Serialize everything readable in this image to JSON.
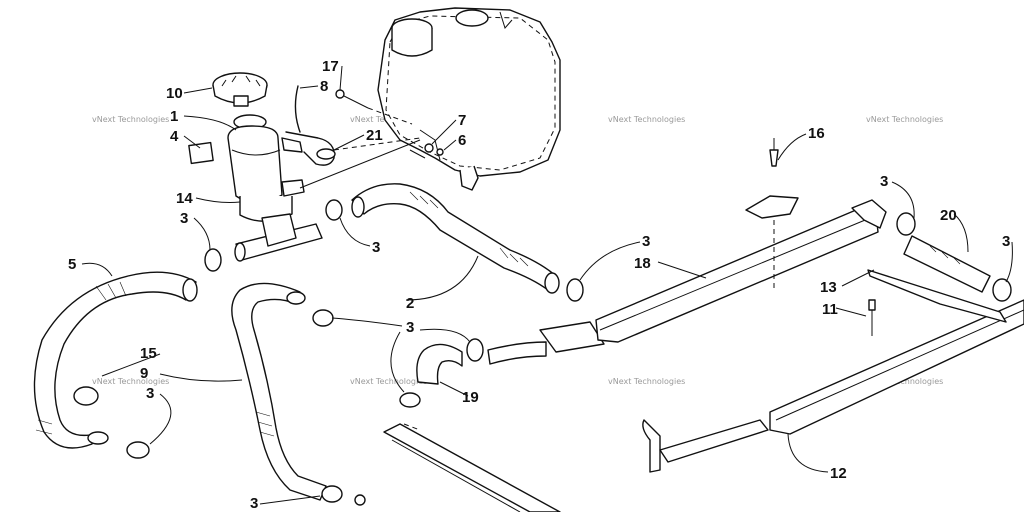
{
  "diagram": {
    "watermark": "vNext Technologies",
    "callouts": [
      {
        "id": "1",
        "text": "1"
      },
      {
        "id": "2",
        "text": "2"
      },
      {
        "id": "3a",
        "text": "3"
      },
      {
        "id": "3b",
        "text": "3"
      },
      {
        "id": "3c",
        "text": "3"
      },
      {
        "id": "3d",
        "text": "3"
      },
      {
        "id": "3e",
        "text": "3"
      },
      {
        "id": "3f",
        "text": "3"
      },
      {
        "id": "3g",
        "text": "3"
      },
      {
        "id": "3h",
        "text": "3"
      },
      {
        "id": "4",
        "text": "4"
      },
      {
        "id": "5",
        "text": "5"
      },
      {
        "id": "6",
        "text": "6"
      },
      {
        "id": "7",
        "text": "7"
      },
      {
        "id": "8",
        "text": "8"
      },
      {
        "id": "9",
        "text": "9"
      },
      {
        "id": "10",
        "text": "10"
      },
      {
        "id": "11",
        "text": "11"
      },
      {
        "id": "12",
        "text": "12"
      },
      {
        "id": "13",
        "text": "13"
      },
      {
        "id": "14",
        "text": "14"
      },
      {
        "id": "15",
        "text": "15"
      },
      {
        "id": "16",
        "text": "16"
      },
      {
        "id": "17",
        "text": "17"
      },
      {
        "id": "18",
        "text": "18"
      },
      {
        "id": "19",
        "text": "19"
      },
      {
        "id": "20",
        "text": "20"
      },
      {
        "id": "21",
        "text": "21"
      }
    ]
  }
}
